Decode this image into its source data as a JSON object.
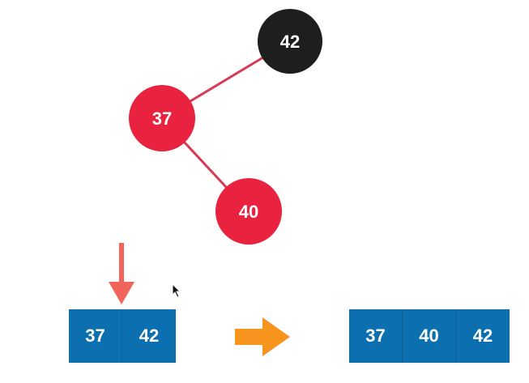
{
  "colors": {
    "red_node": "#e8223f",
    "black_node": "#1e1e1e",
    "edge": "#d63a55",
    "array_cell": "#0c6fb0",
    "insert_arrow": "#f2635c",
    "transform_arrow": "#f7941d"
  },
  "tree": {
    "nodes": [
      {
        "id": "n42",
        "label": "42",
        "color": "black"
      },
      {
        "id": "n37",
        "label": "37",
        "color": "red"
      },
      {
        "id": "n40",
        "label": "40",
        "color": "red"
      }
    ],
    "edges": [
      {
        "from": "n42",
        "to": "n37"
      },
      {
        "from": "n37",
        "to": "n40"
      }
    ]
  },
  "array_before": {
    "cells": [
      "37",
      "42"
    ]
  },
  "array_after": {
    "cells": [
      "37",
      "40",
      "42"
    ]
  },
  "icons": {
    "insert": "down-arrow-icon",
    "transform": "right-arrow-icon",
    "pointer": "mouse-cursor-icon"
  }
}
